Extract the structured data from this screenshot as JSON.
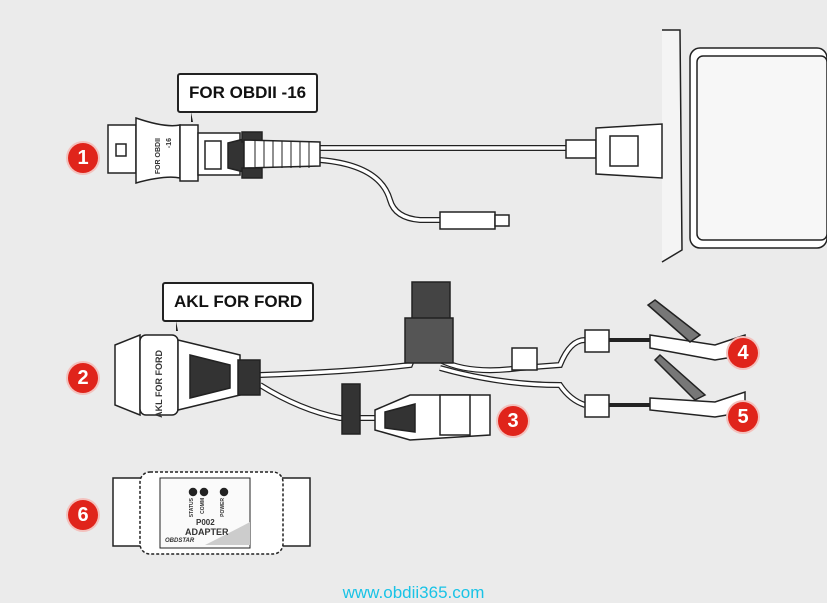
{
  "labels": {
    "cable1": "FOR OBDII -16",
    "cable1_connector_text": "FOR OBDII",
    "cable1_connector_sub": "-16",
    "cable2": "AKL FOR FORD",
    "cable2_connector_text": "AKL FOR FORD"
  },
  "badges": [
    "1",
    "2",
    "3",
    "4",
    "5",
    "6"
  ],
  "adapter": {
    "model": "P002",
    "name": "ADAPTER",
    "brand": "OBDSTAR",
    "leds": [
      "STATUS",
      "COMM",
      "POWER"
    ]
  },
  "watermark": "www.obdii365.com",
  "colors": {
    "badge": "#e0241b",
    "watermark": "#19c3e6",
    "background": "#ebebeb"
  }
}
